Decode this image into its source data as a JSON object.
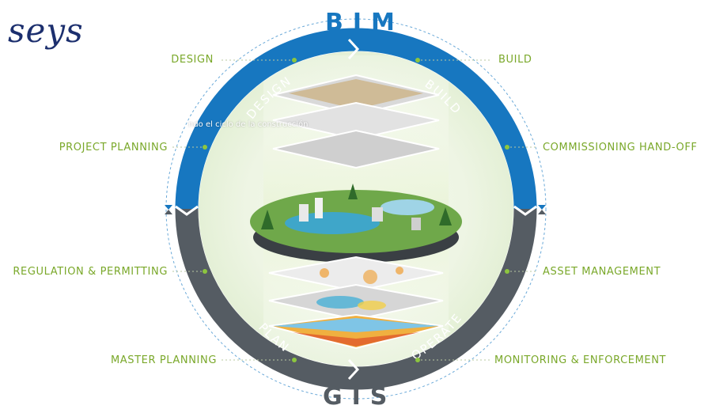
{
  "logo": {
    "text": "seys"
  },
  "bim": {
    "title": "BIM",
    "arc_labels": {
      "design": "DESIGN",
      "build": "BUILD"
    }
  },
  "gis": {
    "title": "GIS",
    "arc_labels": {
      "plan": "PLAN",
      "operate": "OPERATE"
    }
  },
  "overlay_text": "ndo el ciclo de la construcción",
  "labels_left": [
    "DESIGN",
    "PROJECT PLANNING",
    "REGULATION & PERMITTING",
    "MASTER PLANNING"
  ],
  "labels_right": [
    "BUILD",
    "COMMISSIONING HAND-OFF",
    "ASSET MANAGEMENT",
    "MONITORING & ENFORCEMENT"
  ],
  "colors": {
    "bim_blue": "#1777c0",
    "gis_gray": "#555c63",
    "label_green": "#7aa82a",
    "logo_navy": "#1c2f6e",
    "dot_green": "#8dc63f"
  }
}
